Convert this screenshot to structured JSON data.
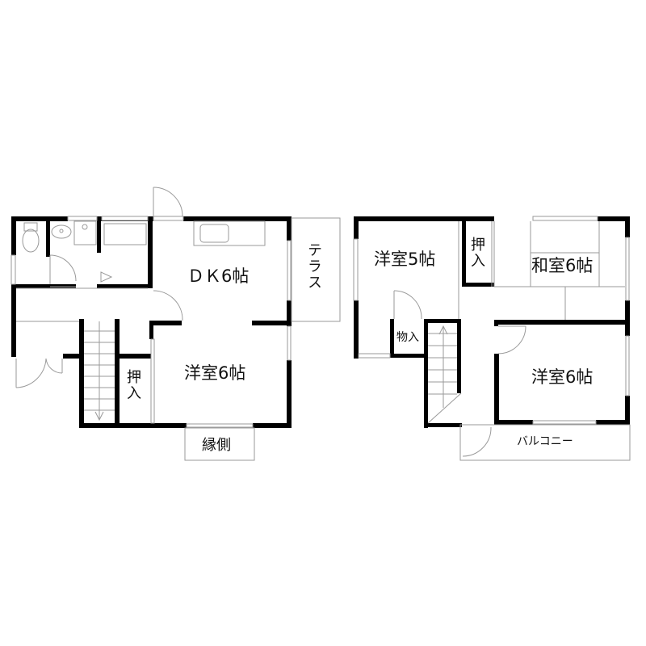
{
  "floor1": {
    "rooms": {
      "dk": "ＤＫ6帖",
      "terrace": "テラス",
      "western_room": "洋室6帖",
      "closet": "押入",
      "engawa": "縁側"
    }
  },
  "floor2": {
    "rooms": {
      "western_room_5": "洋室5帖",
      "closet": "押入",
      "japanese_room": "和室6帖",
      "storage": "物入",
      "western_room_6": "洋室6帖",
      "balcony": "バルコニー"
    }
  },
  "colors": {
    "wall": "#000000",
    "line": "#9a9a9a",
    "background": "#ffffff"
  }
}
